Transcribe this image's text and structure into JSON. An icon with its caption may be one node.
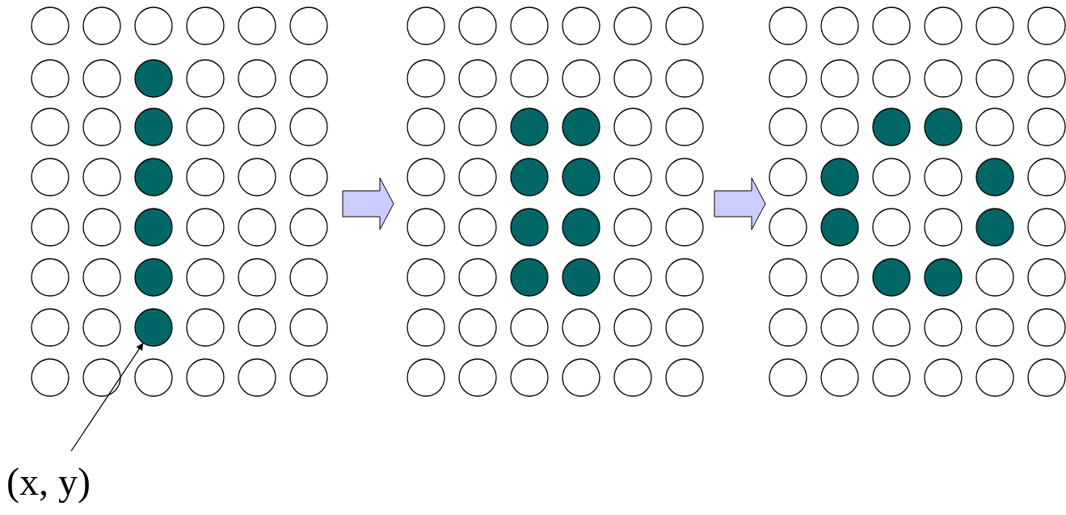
{
  "diagram": {
    "nodes": [
      {
        "text": [
          "(x, y)"
        ]
      },
      {
        "text": [],
        "shape": "circle"
      }
    ],
    "edges": [
      {
        "from": 0,
        "to": 1,
        "arrow": "to"
      }
    ]
  }
}
